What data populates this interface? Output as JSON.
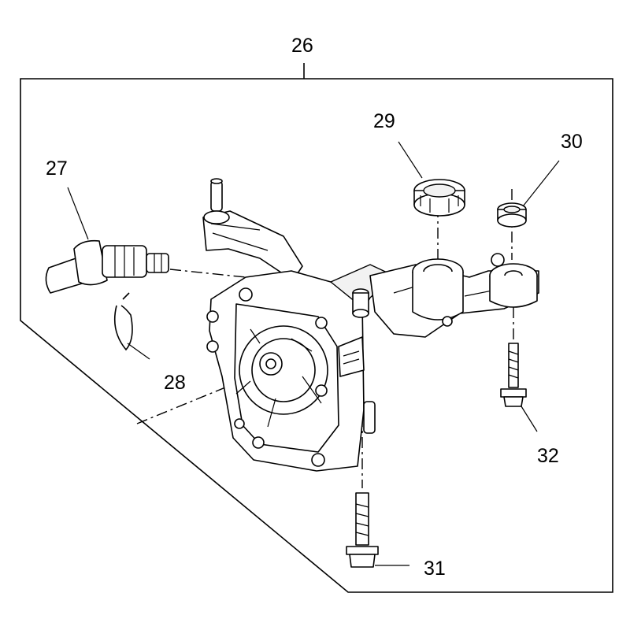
{
  "callouts": {
    "c26": "26",
    "c27": "27",
    "c28": "28",
    "c29": "29",
    "c30": "30",
    "c31": "31",
    "c32": "32"
  }
}
